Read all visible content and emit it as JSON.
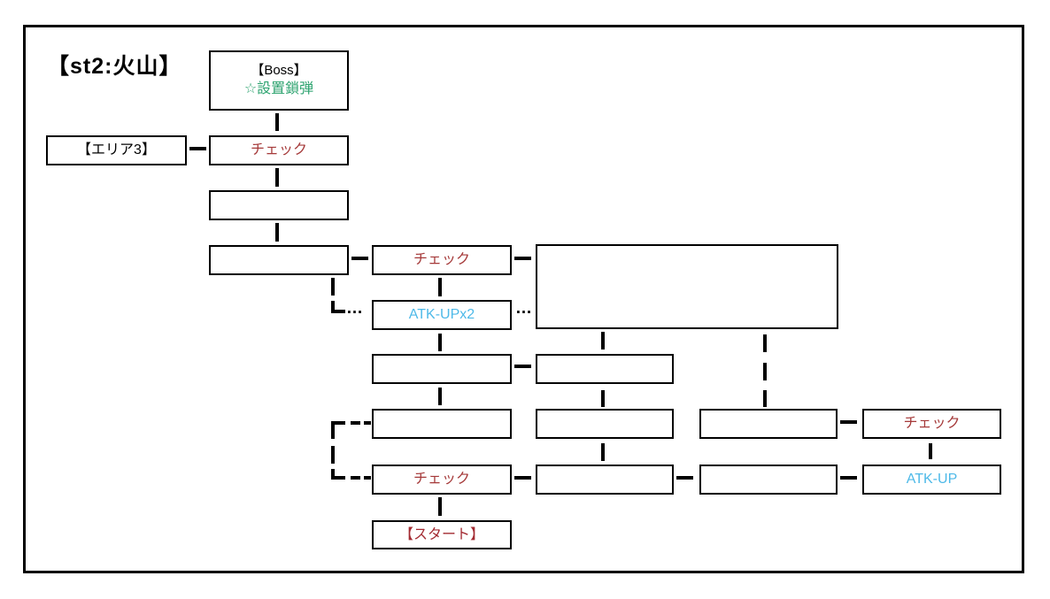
{
  "title": "【st2:火山】",
  "colors": {
    "text": "#000000",
    "check": "#a53939",
    "item": "#2da36f",
    "atk": "#4db9e8",
    "start": "#a32b32"
  },
  "nodes": {
    "boss_title": "【Boss】",
    "boss_item": "☆設置鎖弾",
    "area3": "【エリア3】",
    "check1": "チェック",
    "check2": "チェック",
    "check3": "チェック",
    "check4": "チェック",
    "atk_up_x2": "ATK-UPx2",
    "atk_up": "ATK-UP",
    "start": "【スタート】",
    "room_a": "",
    "room_b": "",
    "room_c": "",
    "room_d": "",
    "room_e": "",
    "room_f": "",
    "room_g": "",
    "room_h": "",
    "room_i": "",
    "big_room": ""
  },
  "dots": "…"
}
